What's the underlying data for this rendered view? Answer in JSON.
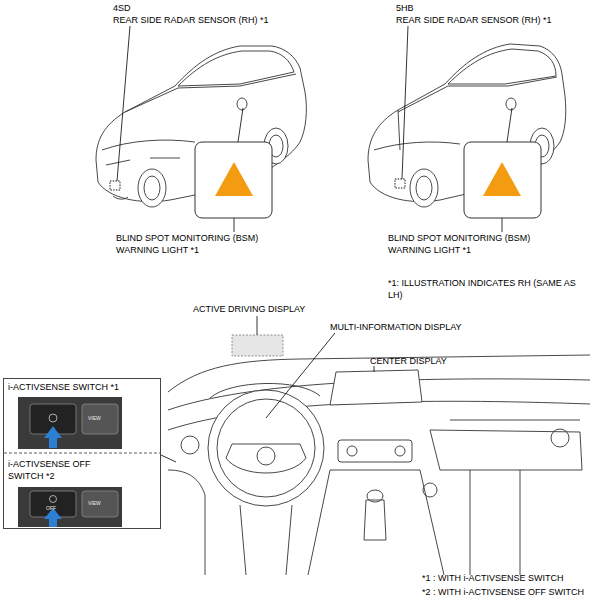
{
  "diagram": {
    "nodes": [
      {
        "text": [
          "i-ACTIVSENSE SWITCH *1",
          "i-ACTIVSENSE OFF SWITCH *2"
        ]
      }
    ],
    "labels": [
      "4SD",
      "REAR SIDE RADAR SENSOR (RH) *1",
      "BLIND SPOT MONITORING (BSM) WARNING LIGHT *1",
      "5HB",
      "REAR SIDE RADAR SENSOR (RH) *1",
      "BLIND SPOT MONITORING (BSM) WARNING LIGHT *1",
      "*1: ILLUSTRATION INDICATES RH (SAME AS LH)",
      "ACTIVE DRIVING DISPLAY",
      "MULTI-INFORMATION DISPLAY",
      "CENTER DISPLAY",
      "*1 : WITH i-ACTIVSENSE SWITCH",
      "*2 : WITH i-ACTIVSENSE OFF SWITCH",
      "VIEW",
      "OFF",
      "VIEW"
    ]
  }
}
